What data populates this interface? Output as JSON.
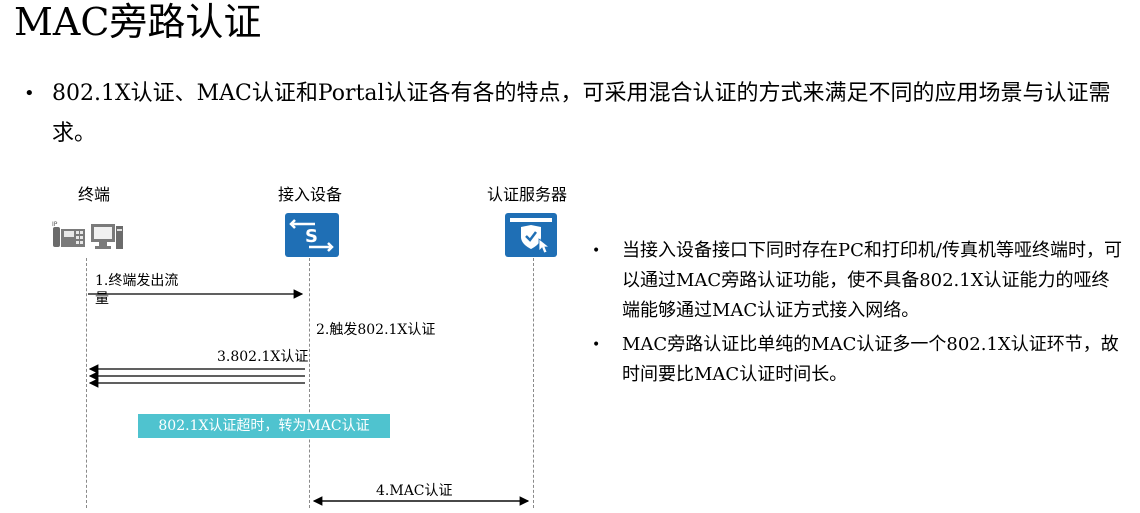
{
  "title": "MAC旁路认证",
  "main_bullet": "802.1X认证、MAC认证和Portal认证各有各的特点，可采用混合认证的方式来满足不同的应用场景与认证需求。",
  "bullet_glyph": "•",
  "diagram": {
    "columns": {
      "terminal": "终端",
      "access_device": "接入设备",
      "auth_server": "认证服务器"
    },
    "icons": {
      "terminal": [
        "ip-phone-icon",
        "pc-icon"
      ],
      "access_device": "switch-icon",
      "auth_server": "security-server-icon"
    },
    "icon_text": {
      "ip_phone": "IP",
      "switch": "S"
    },
    "messages": {
      "m1": "1.终端发出流量",
      "m2": "2.触发802.1X认证",
      "m3": "3.802.1X认证",
      "m4": "4.MAC认证"
    },
    "timeout_badge": "802.1X认证超时，转为MAC认证",
    "colors": {
      "icon_blue": "#1f6fb5",
      "badge": "#4fc3cf"
    }
  },
  "side_points": [
    "当接入设备接口下同时存在PC和打印机/传真机等哑终端时，可以通过MAC旁路认证功能，使不具备802.1X认证能力的哑终端能够通过MAC认证方式接入网络。",
    "MAC旁路认证比单纯的MAC认证多一个802.1X认证环节，故时间要比MAC认证时间长。"
  ]
}
